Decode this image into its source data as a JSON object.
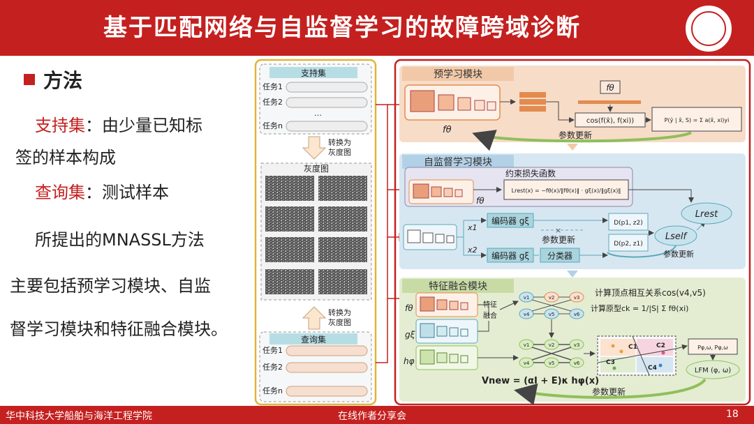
{
  "header": {
    "title": "基于匹配网络与自监督学习的故障跨域诊断"
  },
  "left": {
    "heading": "方法",
    "line1_key": "支持集",
    "line1_rest": "：由少量已知标",
    "line2": "签的样本构成",
    "line3_key": "查询集",
    "line3_rest": "：测试样本",
    "line4": "所提出的MNASSL方法",
    "line5": "主要包括预学习模块、自监",
    "line6": "督学习模块和特征融合模块。"
  },
  "diagram": {
    "support_set": "支持集",
    "task1": "任务1",
    "task2": "任务2",
    "dots": "…",
    "taskn": "任务n",
    "to_gray": "转换为",
    "to_gray2": "灰度图",
    "gray": "灰度图",
    "query_set": "查询集",
    "pre_module": "预学习模块",
    "f_theta": "fθ",
    "cos_formula": "cos(f(x̂), f(xi))",
    "prob_formula": "P(ŷ | x̂, S) = Σ a(x̂, xi)yi",
    "param_update": "参数更新",
    "ssl_module": "自监督学习模块",
    "constraint_loss": "约束损失函数",
    "lrest_formula": "Lrest(x) = −fθ(x)/‖fθ(x)‖ · gξ(x)/‖gξ(x)‖",
    "x1": "x1",
    "x2": "x2",
    "encoder1": "编码器 gξ",
    "encoder2": "编码器 gξ",
    "classifier": "分类器",
    "d1": "D(p1, z2)",
    "d2": "D(p2, z1)",
    "l_rest": "Lrest",
    "l_self": "Lself",
    "fusion_module": "特征融合模块",
    "vertex_relation": "计算顶点相互关系cos(v4,v5)",
    "prototype": "计算原型ck = 1/|S| Σ fθ(xi)",
    "feature_fusion": "特征融合",
    "g_xi": "gξ",
    "h_phi": "hφ",
    "v1": "v1",
    "v2": "v2",
    "v3": "v3",
    "v4": "v4",
    "v5": "v5",
    "v6": "v6",
    "c1": "C1",
    "c2": "C2",
    "c3": "C3",
    "c4": "C4",
    "p_phi": "Pφ,ω, Pφ,ω",
    "l_fm": "LFM (φ, ω)",
    "v_new": "Vnew = (αI + E)κ hφ(x)"
  },
  "footer": {
    "left": "华中科技大学船舶与海洋工程学院",
    "middle": "在线作者分享会",
    "page": "18"
  },
  "colors": {
    "banner": "#c4201f",
    "pre_bg": "#f7dcc8",
    "ssl_bg": "#d7e7f2",
    "fusion_bg": "#e4edd2",
    "teal": "#5aa9b8"
  }
}
